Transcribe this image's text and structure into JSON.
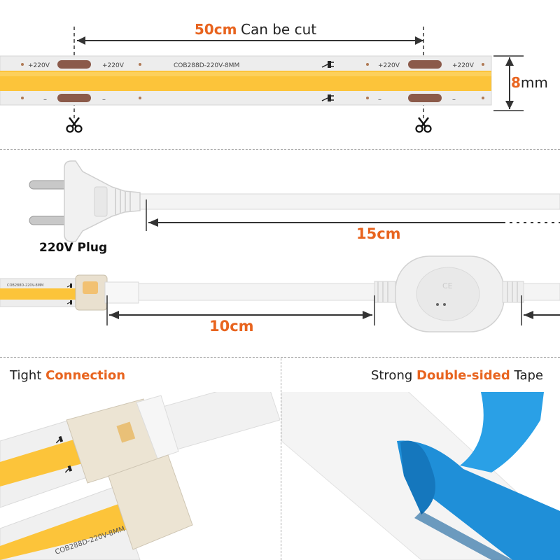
{
  "colors": {
    "accent": "#e8641f",
    "led_yellow": "#fcc43a",
    "tape_blue": "#1f8fd8",
    "strip_white": "#eeeeee",
    "pad_brown": "#8b5a4a"
  },
  "strip": {
    "cut_length_value": "50cm",
    "cut_length_text": "Can be cut",
    "model": "COB288D-220V-8MM",
    "pos_label": "+220V",
    "neg_label": "–",
    "width_value": "8",
    "width_unit": "mm",
    "scissors_icon": "scissors-icon",
    "plug_symbol_icon": "plug-symbol-icon"
  },
  "plug": {
    "label": "220V Plug",
    "cord_length": "15cm"
  },
  "connector": {
    "model_small": "COB288D-220V-8MM",
    "cable_length": "10cm",
    "ce_mark": "CE"
  },
  "panels": {
    "left": {
      "prefix": "Tight ",
      "highlight": "Connection",
      "suffix": ""
    },
    "right": {
      "prefix": "Strong ",
      "highlight": "Double-sided",
      "suffix": " Tape"
    },
    "left_model": "COB288D-220V-8MM"
  }
}
